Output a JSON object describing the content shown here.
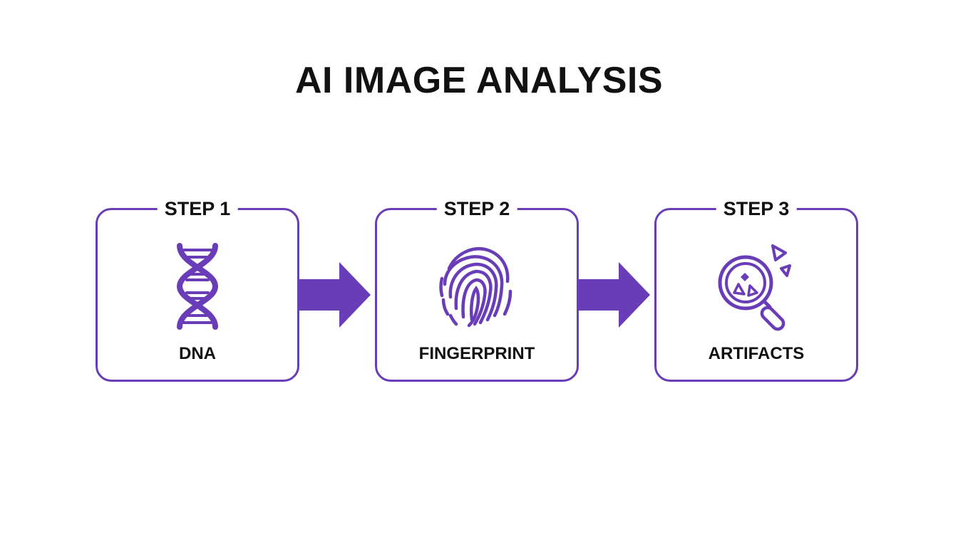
{
  "title": "AI IMAGE ANALYSIS",
  "colors": {
    "accent": "#6a3db8",
    "text": "#111111",
    "background": "#ffffff"
  },
  "steps": [
    {
      "label": "STEP 1",
      "name": "DNA",
      "icon": "dna-icon"
    },
    {
      "label": "STEP 2",
      "name": "FINGERPRINT",
      "icon": "fingerprint-icon"
    },
    {
      "label": "STEP 3",
      "name": "ARTIFACTS",
      "icon": "magnifier-artifacts-icon"
    }
  ]
}
